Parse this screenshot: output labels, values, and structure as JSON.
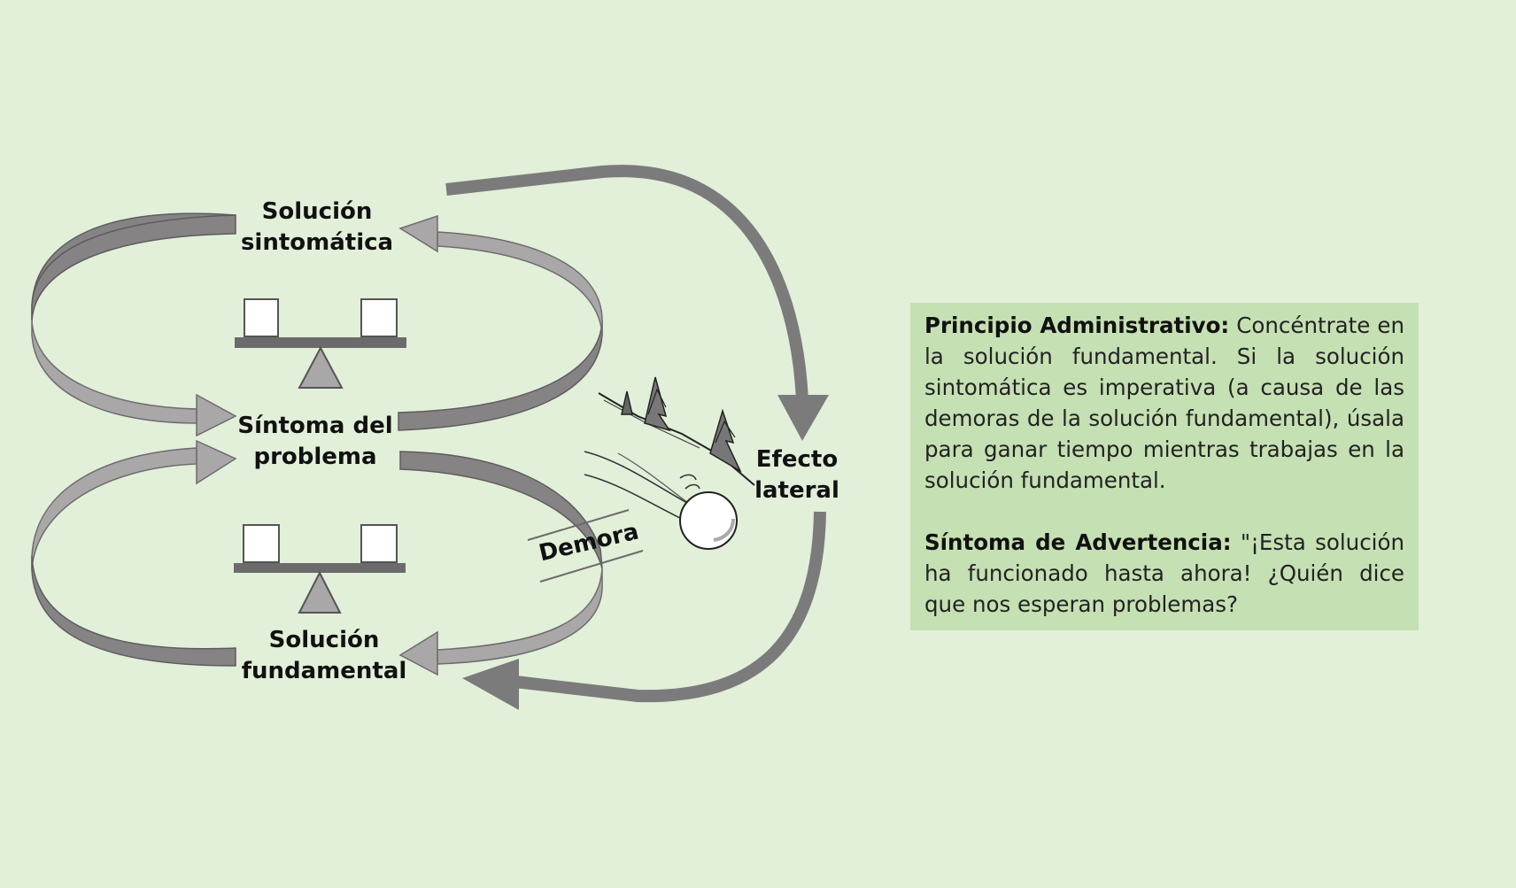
{
  "labels": {
    "solucion_sintomatica": [
      "Solución",
      "sintomática"
    ],
    "sintoma_problema": [
      "Síntoma del",
      "problema"
    ],
    "solucion_fundamental": [
      "Solución",
      "fundamental"
    ],
    "efecto_lateral": [
      "Efecto",
      "lateral"
    ],
    "demora": "Demora"
  },
  "principle": {
    "title": "Principio Administrativo:",
    "text": "Concéntrate en la solución fundamental. Si la solución sintomática es imperativa (a causa de las demoras de la solución fundamental), úsala para ganar tiempo mientras trabajas en la solución fundamental."
  },
  "warning": {
    "title": "Síntoma de Advertencia:",
    "text": "\"¡Esta solución ha funcionado hasta ahora! ¿Quién dice que nos esperan problemas?"
  },
  "colors": {
    "background": "#e2efd9",
    "box": "#c5e0b3",
    "dark_arrow": "#858384",
    "light_arrow": "#a9a7a8",
    "big_arrow": "#7b7b7b"
  }
}
